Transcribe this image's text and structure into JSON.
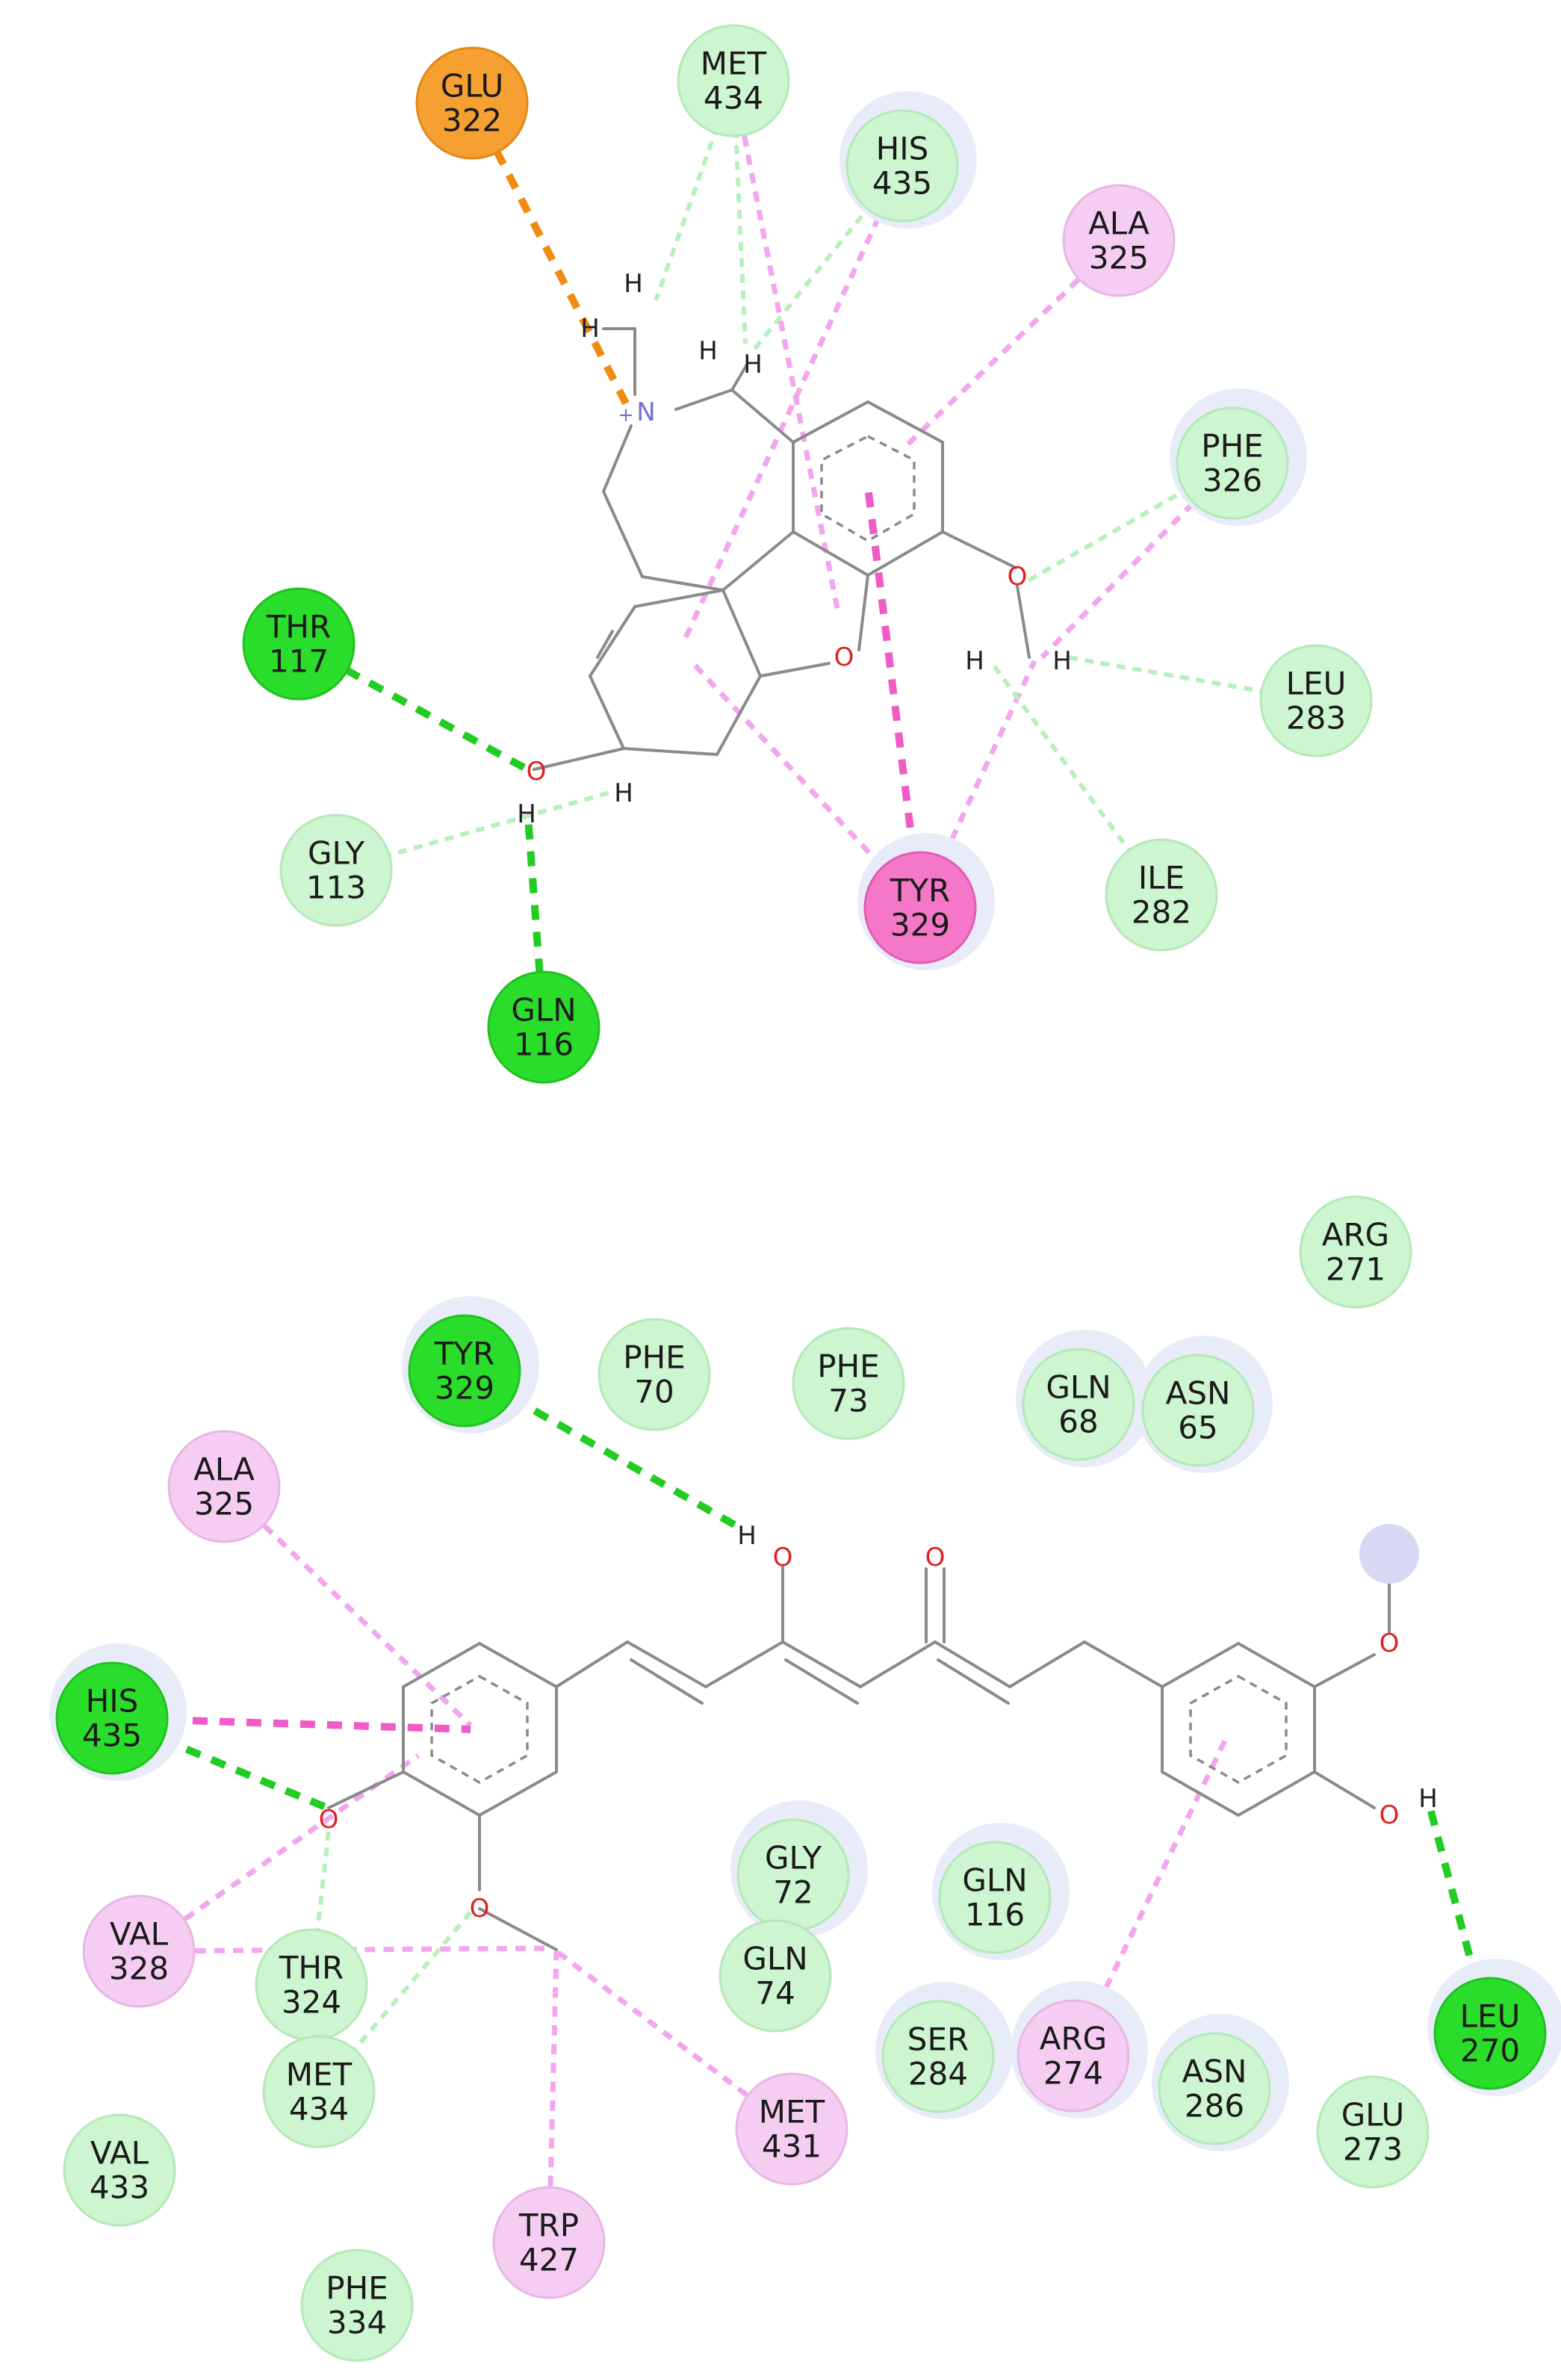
{
  "colors": {
    "hbond_strong": "#22cc22",
    "hbond_weak": "#b8f0bc",
    "pi_alkyl": "#f3a6ee",
    "pi_pi": "#f05bc6",
    "salt_bridge": "#f08a10",
    "res_vdw": "#cdf5cf",
    "res_hbond": "#2bdd2b",
    "res_alkyl": "#f5cdf2",
    "res_pi": "#f477c8",
    "res_charge": "#f5a030",
    "halo": "#e8ecf8",
    "bond": "#8a8a8a",
    "oxygen": "#e02020",
    "nitrogen": "#7070e0",
    "hydrogen": "#222222"
  },
  "atoms": {
    "hydrogen": "H",
    "oxygen": "O",
    "nitrogen": "N",
    "charge": "+"
  },
  "diagrams": [
    {
      "residues": [
        {
          "name": "GLU",
          "num": "322",
          "type": "charge"
        },
        {
          "name": "MET",
          "num": "434",
          "type": "vdw"
        },
        {
          "name": "HIS",
          "num": "435",
          "type": "vdw"
        },
        {
          "name": "ALA",
          "num": "325",
          "type": "alkyl"
        },
        {
          "name": "PHE",
          "num": "326",
          "type": "vdw"
        },
        {
          "name": "THR",
          "num": "117",
          "type": "hbond"
        },
        {
          "name": "LEU",
          "num": "283",
          "type": "vdw"
        },
        {
          "name": "GLY",
          "num": "113",
          "type": "vdw"
        },
        {
          "name": "TYR",
          "num": "329",
          "type": "pi"
        },
        {
          "name": "ILE",
          "num": "282",
          "type": "vdw"
        },
        {
          "name": "GLN",
          "num": "116",
          "type": "hbond"
        }
      ]
    },
    {
      "residues": [
        {
          "name": "ARG",
          "num": "271",
          "type": "vdw"
        },
        {
          "name": "TYR",
          "num": "329",
          "type": "hbond"
        },
        {
          "name": "PHE",
          "num": "70",
          "type": "vdw"
        },
        {
          "name": "PHE",
          "num": "73",
          "type": "vdw"
        },
        {
          "name": "GLN",
          "num": "68",
          "type": "vdw"
        },
        {
          "name": "ASN",
          "num": "65",
          "type": "vdw"
        },
        {
          "name": "ALA",
          "num": "325",
          "type": "alkyl"
        },
        {
          "name": "HIS",
          "num": "435",
          "type": "hbond"
        },
        {
          "name": "GLY",
          "num": "72",
          "type": "vdw"
        },
        {
          "name": "GLN",
          "num": "116",
          "type": "vdw"
        },
        {
          "name": "GLN",
          "num": "74",
          "type": "vdw"
        },
        {
          "name": "VAL",
          "num": "328",
          "type": "alkyl"
        },
        {
          "name": "THR",
          "num": "324",
          "type": "vdw"
        },
        {
          "name": "SER",
          "num": "284",
          "type": "vdw"
        },
        {
          "name": "ARG",
          "num": "274",
          "type": "alkyl"
        },
        {
          "name": "LEU",
          "num": "270",
          "type": "hbond"
        },
        {
          "name": "ASN",
          "num": "286",
          "type": "vdw"
        },
        {
          "name": "MET",
          "num": "434",
          "type": "vdw"
        },
        {
          "name": "MET",
          "num": "431",
          "type": "alkyl"
        },
        {
          "name": "GLU",
          "num": "273",
          "type": "vdw"
        },
        {
          "name": "VAL",
          "num": "433",
          "type": "vdw"
        },
        {
          "name": "TRP",
          "num": "427",
          "type": "alkyl"
        },
        {
          "name": "PHE",
          "num": "334",
          "type": "vdw"
        }
      ]
    }
  ]
}
